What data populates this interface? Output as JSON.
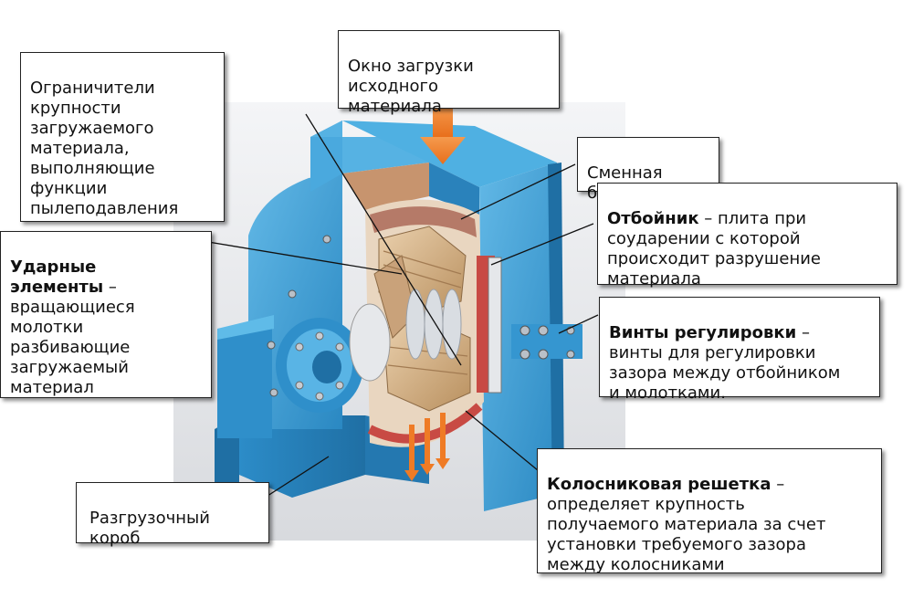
{
  "labels": {
    "feed_window": "Окно загрузки\nисходного\nматериала",
    "size_limiters": "Ограничители\nкрупности\nзагружаемого\nматериала,\nвыполняющие\nфункции\nпылеподавления",
    "liner": "Сменная\nброня",
    "breaker_plate": {
      "term": "Отбойник",
      "desc": " – плита при\nсоударении с которой\nпроисходит разрушение\nматериала"
    },
    "impact_elements": {
      "term": "Ударные\nэлементы",
      "desc": " –\nвращающиеся\nмолотки\nразбивающие\nзагружаемый\nматериал"
    },
    "adjust_screws": {
      "term": "Винты регулировки",
      "desc": " –\nвинты для регулировки\nзазора между отбойником\nи молотками."
    },
    "grate": {
      "term": "Колосниковая решетка",
      "desc": " –\nопределяет крупность\nполучаемого материала за счет\nустановки требуемого зазора\nмежду колосниками"
    },
    "discharge_box": "Разгрузочный\nкороб"
  },
  "colors": {
    "housing": "#3a9fd6",
    "arrow": "#f07d2a",
    "hammer": "#d9b58a",
    "liner": "#b57a68"
  }
}
